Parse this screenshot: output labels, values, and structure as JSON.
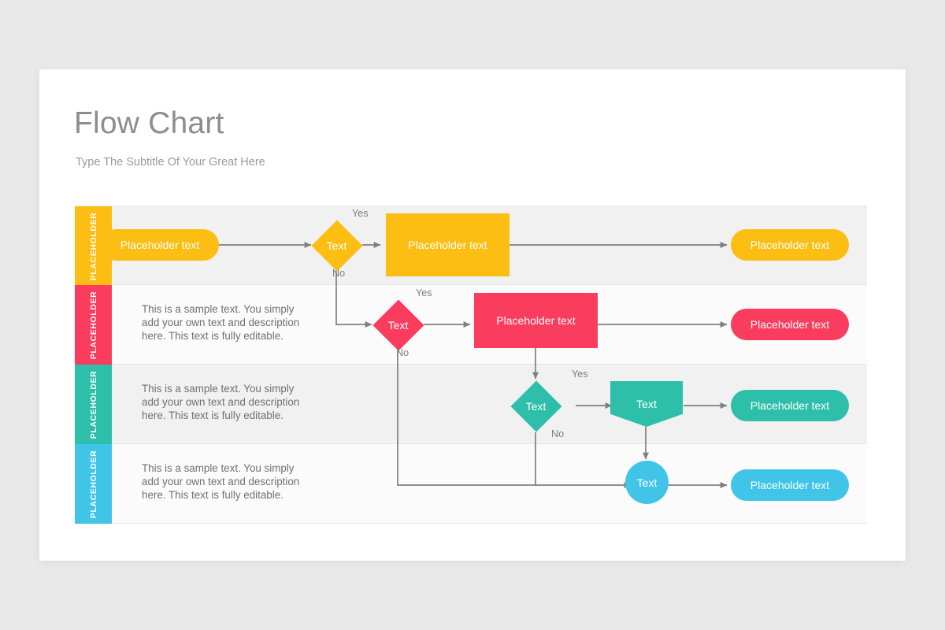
{
  "palette": {
    "page_bg": "#e9e9e9",
    "slide_bg": "#ffffff",
    "title_color": "#8d8d8d",
    "subtitle_color": "#9a9a9a",
    "lane_alt_bg": "#f1f1f1",
    "lane_plain_bg": "#fbfbfb",
    "connector": "#808080",
    "yellow": "#fcbe12",
    "pink": "#fa3c5f",
    "teal": "#2ebfaa",
    "blue": "#40c5e8"
  },
  "header": {
    "title": "Flow Chart",
    "subtitle": "Type The Subtitle Of Your Great Here"
  },
  "chart_data": {
    "type": "diagram",
    "diagram_kind": "swimlane-flowchart",
    "lane_count": 4,
    "lanes": [
      {
        "index": 0,
        "tab_label": "PLACEHOLDER",
        "color": "#fcbe12",
        "background": "#f1f1f1",
        "description": "",
        "nodes": [
          {
            "id": "n1-start",
            "shape": "pill",
            "label": "Placeholder text"
          },
          {
            "id": "n1-decision",
            "shape": "diamond",
            "label": "Text"
          },
          {
            "id": "n1-process",
            "shape": "rect",
            "label": "Placeholder text"
          },
          {
            "id": "n1-end",
            "shape": "pill",
            "label": "Placeholder text"
          }
        ],
        "edge_labels": [
          "Yes",
          "No"
        ]
      },
      {
        "index": 1,
        "tab_label": "PLACEHOLDER",
        "color": "#fa3c5f",
        "background": "#fbfbfb",
        "description": "This is a sample text. You simply add your own text and description here. This text is fully editable.",
        "nodes": [
          {
            "id": "n2-decision",
            "shape": "diamond",
            "label": "Text"
          },
          {
            "id": "n2-process",
            "shape": "rect",
            "label": "Placeholder text"
          },
          {
            "id": "n2-end",
            "shape": "pill",
            "label": "Placeholder text"
          }
        ],
        "edge_labels": [
          "Yes",
          "No"
        ]
      },
      {
        "index": 2,
        "tab_label": "PLACEHOLDER",
        "color": "#2ebfaa",
        "background": "#f1f1f1",
        "description": "This is a sample text. You simply add your own text and description here. This text is fully editable.",
        "nodes": [
          {
            "id": "n3-decision",
            "shape": "diamond",
            "label": "Text"
          },
          {
            "id": "n3-process",
            "shape": "pentagon",
            "label": "Text"
          },
          {
            "id": "n3-end",
            "shape": "pill",
            "label": "Placeholder text"
          }
        ],
        "edge_labels": [
          "Yes",
          "No"
        ]
      },
      {
        "index": 3,
        "tab_label": "PLACEHOLDER",
        "color": "#40c5e8",
        "background": "#fbfbfb",
        "description": "This is a sample text. You simply add your own text and description here. This text is fully editable.",
        "nodes": [
          {
            "id": "n4-merge",
            "shape": "circle",
            "label": "Text"
          },
          {
            "id": "n4-end",
            "shape": "pill",
            "label": "Placeholder text"
          }
        ],
        "edge_labels": []
      }
    ],
    "connections": [
      {
        "from": "n1-start",
        "to": "n1-decision",
        "label": ""
      },
      {
        "from": "n1-decision",
        "to": "n1-process",
        "label": "Yes"
      },
      {
        "from": "n1-process",
        "to": "n1-end",
        "label": ""
      },
      {
        "from": "n1-decision",
        "to": "n2-decision",
        "label": "No"
      },
      {
        "from": "n2-decision",
        "to": "n2-process",
        "label": "Yes"
      },
      {
        "from": "n2-process",
        "to": "n2-end",
        "label": ""
      },
      {
        "from": "n2-process",
        "to": "n3-decision",
        "label": ""
      },
      {
        "from": "n2-decision",
        "to": "n4-merge",
        "label": "No"
      },
      {
        "from": "n3-decision",
        "to": "n3-process",
        "label": "Yes"
      },
      {
        "from": "n3-process",
        "to": "n3-end",
        "label": ""
      },
      {
        "from": "n3-decision",
        "to": "n4-merge",
        "label": "No"
      },
      {
        "from": "n3-process",
        "to": "n4-merge",
        "label": ""
      },
      {
        "from": "n4-merge",
        "to": "n4-end",
        "label": ""
      }
    ]
  }
}
